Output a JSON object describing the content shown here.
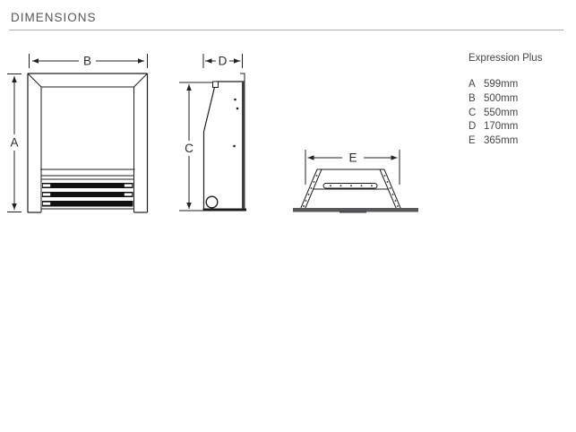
{
  "header": {
    "title": "DIMENSIONS"
  },
  "legend": {
    "product_name": "Expression Plus",
    "entries": [
      {
        "key": "A",
        "value": "599mm"
      },
      {
        "key": "B",
        "value": "500mm"
      },
      {
        "key": "C",
        "value": "550mm"
      },
      {
        "key": "D",
        "value": "170mm"
      },
      {
        "key": "E",
        "value": "365mm"
      }
    ]
  },
  "diagram": {
    "front_view": {
      "height_label": "A",
      "width_label": "B"
    },
    "side_view": {
      "height_label": "C",
      "depth_label": "D"
    },
    "top_view": {
      "width_label": "E"
    }
  },
  "colors": {
    "line": "#1d1d1d",
    "hearth_bar": "#58595b",
    "hearth_bar_shadow": "#464646",
    "title_text": "#55565a",
    "legend_text": "#454547",
    "rule": "#aaabae"
  }
}
